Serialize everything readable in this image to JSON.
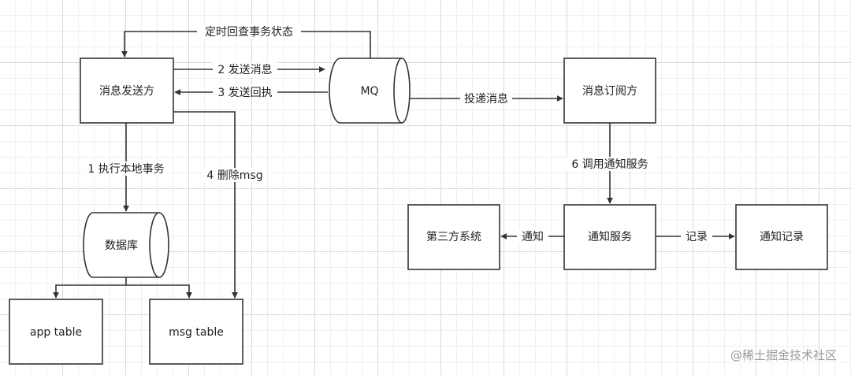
{
  "nodes": {
    "sender": "消息发送方",
    "mq": "MQ",
    "subscriber": "消息订阅方",
    "database": "数据库",
    "app_table": "app table",
    "msg_table": "msg table",
    "third_party": "第三方系统",
    "notify_service": "通知服务",
    "notify_record": "通知记录"
  },
  "edges": {
    "check_status": "定时回查事务状态",
    "send_msg": "2 发送消息",
    "send_receipt": "3 发送回执",
    "deliver_msg": "投递消息",
    "local_tx": "1 执行本地事务",
    "delete_msg": "4 删除msg",
    "call_notify": "6 调用通知服务",
    "notify": "通知",
    "record": "记录"
  },
  "watermark": "@稀土掘金技术社区"
}
